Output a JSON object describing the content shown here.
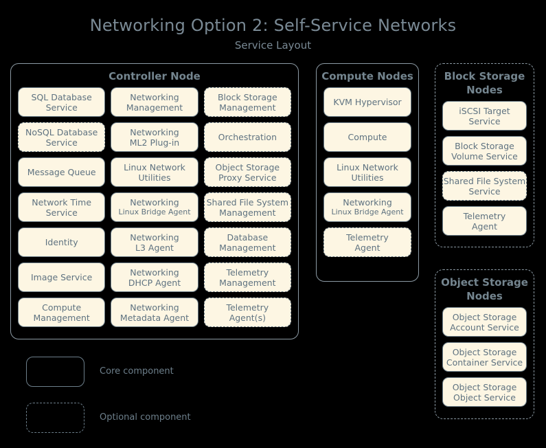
{
  "title": {
    "main": "Networking Option 2: Self-Service Networks",
    "sub": "Service Layout"
  },
  "colors": {
    "background": "#000000",
    "chip_fill": "#fdf6e3",
    "chip_border": "#6d7f8b",
    "container_border": "#8d9ba5",
    "text": "#6d7f8b",
    "title_text": "#7a8a95"
  },
  "nodes": {
    "controller": {
      "title": "Controller Node",
      "optional": false,
      "services": [
        {
          "l1": "SQL Database",
          "l2": "Service",
          "optional": false
        },
        {
          "l1": "Networking",
          "l2": "Management",
          "optional": false
        },
        {
          "l1": "Block Storage",
          "l2": "Management",
          "optional": true
        },
        {
          "l1": "NoSQL Database",
          "l2": "Service",
          "optional": true
        },
        {
          "l1": "Networking",
          "l2": "ML2 Plug-in",
          "optional": false
        },
        {
          "l1": "Orchestration",
          "l2": "",
          "optional": true
        },
        {
          "l1": "Message Queue",
          "l2": "",
          "optional": false
        },
        {
          "l1": "Linux Network",
          "l2": "Utilities",
          "optional": false
        },
        {
          "l1": "Object Storage",
          "l2": "Proxy Service",
          "optional": true
        },
        {
          "l1": "Network Time",
          "l2": "Service",
          "optional": false
        },
        {
          "l1": "Networking",
          "l2": "Linux Bridge Agent",
          "optional": false,
          "small_second": true
        },
        {
          "l1": "Shared File System",
          "l2": "Management",
          "optional": true
        },
        {
          "l1": "Identity",
          "l2": "",
          "optional": false
        },
        {
          "l1": "Networking",
          "l2": "L3 Agent",
          "optional": false
        },
        {
          "l1": "Database",
          "l2": "Management",
          "optional": true
        },
        {
          "l1": "Image Service",
          "l2": "",
          "optional": false
        },
        {
          "l1": "Networking",
          "l2": "DHCP Agent",
          "optional": false
        },
        {
          "l1": "Telemetry",
          "l2": "Management",
          "optional": true
        },
        {
          "l1": "Compute",
          "l2": "Management",
          "optional": false
        },
        {
          "l1": "Networking",
          "l2": "Metadata Agent",
          "optional": false
        },
        {
          "l1": "Telemetry",
          "l2": "Agent(s)",
          "optional": true
        }
      ]
    },
    "compute": {
      "title": "Compute Nodes",
      "optional": false,
      "services": [
        {
          "l1": "KVM Hypervisor",
          "l2": "",
          "optional": false
        },
        {
          "l1": "Compute",
          "l2": "",
          "optional": false
        },
        {
          "l1": "Linux Network",
          "l2": "Utilities",
          "optional": false
        },
        {
          "l1": "Networking",
          "l2": "Linux Bridge Agent",
          "optional": false,
          "small_second": true
        },
        {
          "l1": "Telemetry",
          "l2": "Agent",
          "optional": true
        }
      ]
    },
    "block_storage": {
      "title": "Block Storage Nodes",
      "optional": true,
      "services": [
        {
          "l1": "iSCSI Target",
          "l2": "Service",
          "optional": false
        },
        {
          "l1": "Block Storage",
          "l2": "Volume Service",
          "optional": false
        },
        {
          "l1": "Shared File System",
          "l2": "Service",
          "optional": true
        },
        {
          "l1": "Telemetry",
          "l2": "Agent",
          "optional": false
        }
      ]
    },
    "object_storage": {
      "title": "Object Storage Nodes",
      "optional": true,
      "services": [
        {
          "l1": "Object Storage",
          "l2": "Account Service",
          "optional": false
        },
        {
          "l1": "Object Storage",
          "l2": "Container Service",
          "optional": false
        },
        {
          "l1": "Object Storage",
          "l2": "Object Service",
          "optional": false
        }
      ]
    }
  },
  "legend": {
    "items": [
      {
        "label": "Core component",
        "style": "solid"
      },
      {
        "label": "Optional component",
        "style": "dashed"
      }
    ]
  }
}
